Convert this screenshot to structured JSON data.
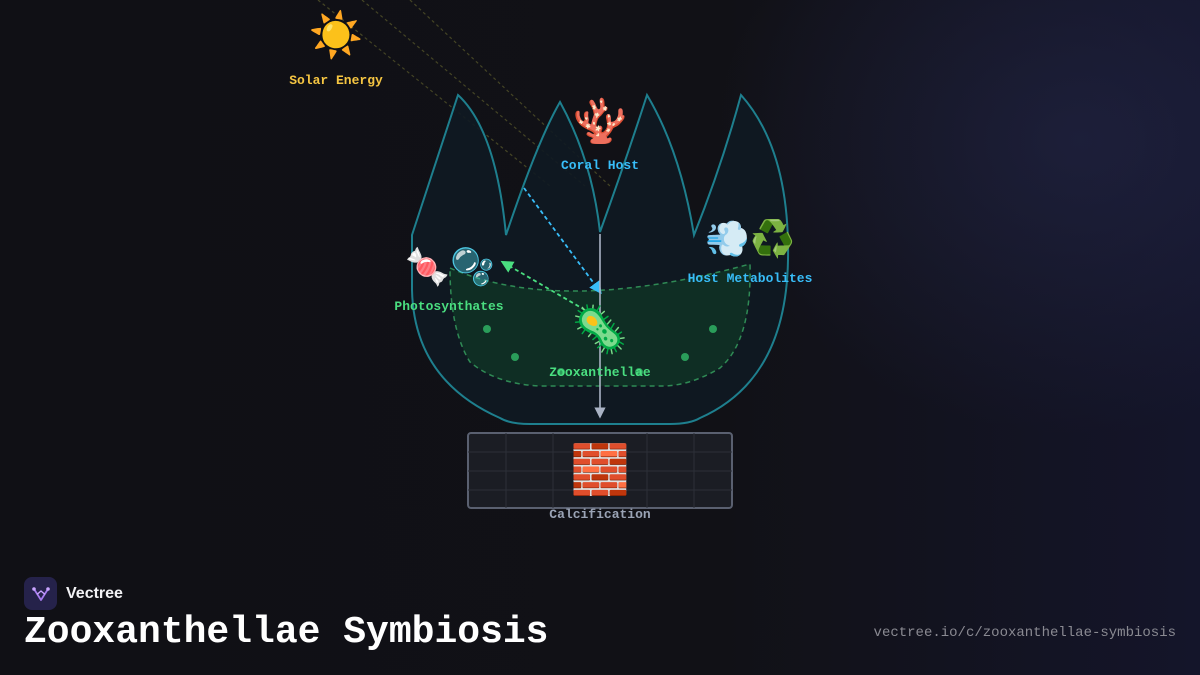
{
  "brand": {
    "name": "Vectree"
  },
  "title": "Zooxanthellae Symbiosis",
  "url": "vectree.io/c/zooxanthellae-symbiosis",
  "nodes": {
    "solar": {
      "label": "Solar Energy",
      "icon": "☀️",
      "icon_name": "sun-icon",
      "color": "#f5c542"
    },
    "coral": {
      "label": "Coral Host",
      "icon": "🪸",
      "icon_name": "coral-icon",
      "color": "#38bdf8"
    },
    "metabolites": {
      "label": "Host Metabolites",
      "icon": "💨♻️",
      "icon_name": "dash-recycle-icon",
      "color": "#38bdf8"
    },
    "photosynthates": {
      "label": "Photosynthates",
      "icon": "🍬🫧",
      "icon_name": "candy-bubbles-icon",
      "color": "#4ade80"
    },
    "zooxanthellae": {
      "label": "Zooxanthellae",
      "icon": "🦠",
      "icon_name": "microbe-icon",
      "color": "#4ade80"
    },
    "calcification": {
      "label": "Calcification",
      "icon": "🧱",
      "icon_name": "brick-icon",
      "color": "#9aa3b5"
    }
  },
  "colors": {
    "coral_outline": "#1e7f8e",
    "algae_outline": "#2f8a55",
    "background": "#111116"
  }
}
